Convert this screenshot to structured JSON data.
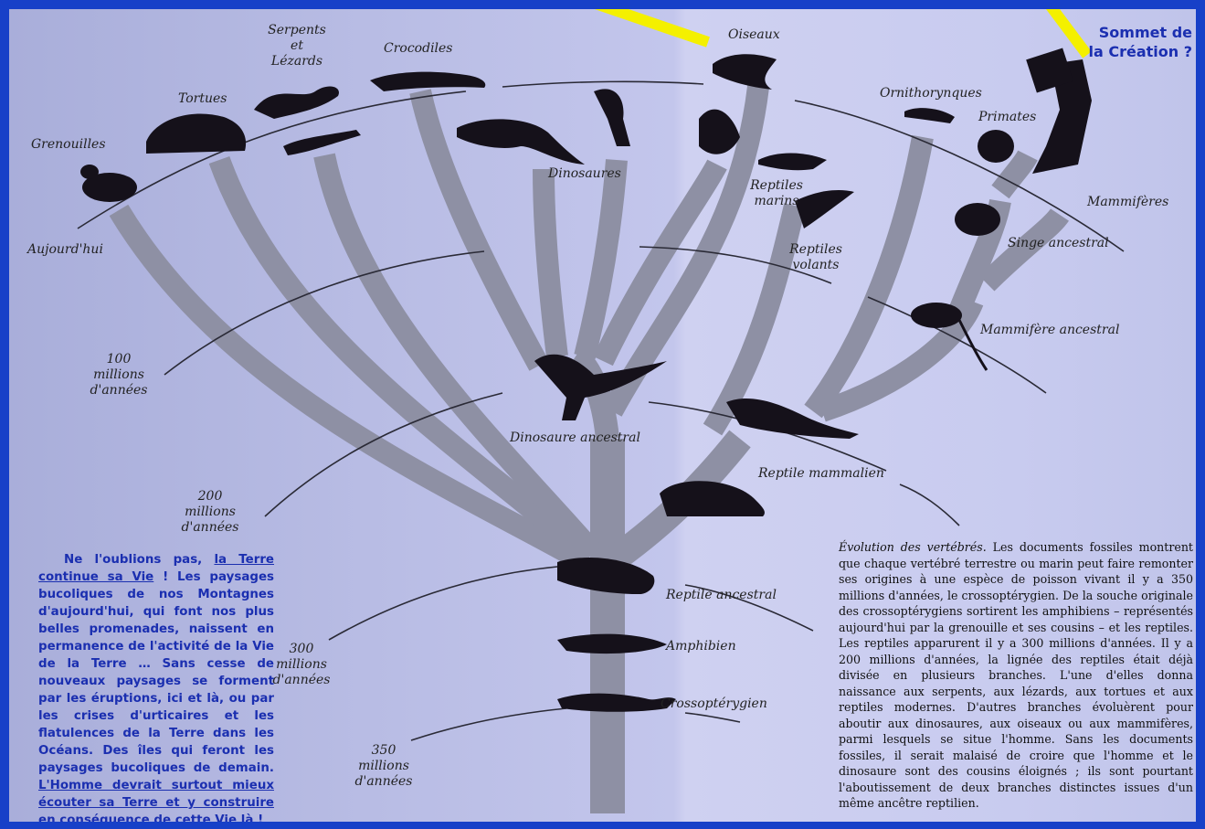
{
  "labels": {
    "grenouilles": "Grenouilles",
    "aujourdhui": "Aujourd'hui",
    "tortues": "Tortues",
    "serpents": "Serpents",
    "et": "et",
    "lezards": "Lézards",
    "crocodiles": "Crocodiles",
    "oiseaux": "Oiseaux",
    "dinosaures": "Dinosaures",
    "reptiles_marins_1": "Reptiles",
    "reptiles_marins_2": "marins",
    "reptiles_volants_1": "Reptiles",
    "reptiles_volants_2": "volants",
    "ornithorynques": "Ornithorynques",
    "primates": "Primates",
    "mammiferes": "Mammifères",
    "singe_ancestral": "Singe ancestral",
    "mammifere_ancestral": "Mammifère ancestral",
    "dinosaure_ancestral": "Dinosaure ancestral",
    "reptile_mammalien": "Reptile mammalien",
    "reptile_ancestral": "Reptile ancestral",
    "amphibien": "Amphibien",
    "crossopterygien": "Crossoptérygien"
  },
  "timeline": {
    "t100": [
      "100",
      "millions",
      "d'années"
    ],
    "t200": [
      "200",
      "millions",
      "d'années"
    ],
    "t300": [
      "300",
      "millions",
      "d'années"
    ],
    "t350": [
      "350",
      "millions",
      "d'années"
    ]
  },
  "sommet": [
    "Sommet de",
    "la Création ?"
  ],
  "note_left": {
    "p1": "Ne l'oublions pas, ",
    "link1": "la Terre continue sa Vie",
    "p2": " !  Les paysages bucoliques de nos Montagnes d'aujourd'hui, qui font nos plus belles promenades, naissent en permanence de l'activité de la Vie de la Terre … Sans cesse de nouveaux paysages se forment par les éruptions, ici et là, ou par les crises d'urticaires et les flatulences de la Terre dans les Océans. Des îles qui feront les paysages bucoliques de demain. ",
    "link2": "L'Homme devrait surtout mieux écouter sa Terre et y construire en conséquence de cette Vie là",
    "p3": " !"
  },
  "caption": {
    "title": "Évolution des vertébrés.",
    "body": " Les documents fossiles montrent que chaque vertébré terrestre ou marin peut faire remonter ses origines à une espèce de poisson vivant il y a 350 millions d'années, le crossoptérygien. De la souche originale des crossoptérygiens sortirent les amphibiens – représentés aujourd'hui par la grenouille et ses cousins – et les reptiles. Les reptiles apparurent il y a 300 millions d'années. Il y a 200 millions d'années, la lignée des reptiles était déjà divisée en plusieurs branches. L'une d'elles donna naissance aux serpents, aux lézards, aux tortues et aux reptiles modernes. D'autres branches évoluèrent pour aboutir aux dinosaures, aux oiseaux ou aux mammifères, parmi lesquels se situe l'homme. Sans les documents fossiles, il serait malaisé de croire que l'homme et le dinosaure sont des cousins éloignés ; ils sont pourtant l'aboutissement de deux branches distinctes issues d'un même ancêtre reptilien."
  },
  "colors": {
    "frame": "#1740c8",
    "branch": "#8e90a4",
    "silhouette": "#15111a",
    "pointer": "#f4f000",
    "note_text": "#1b2fb0"
  }
}
